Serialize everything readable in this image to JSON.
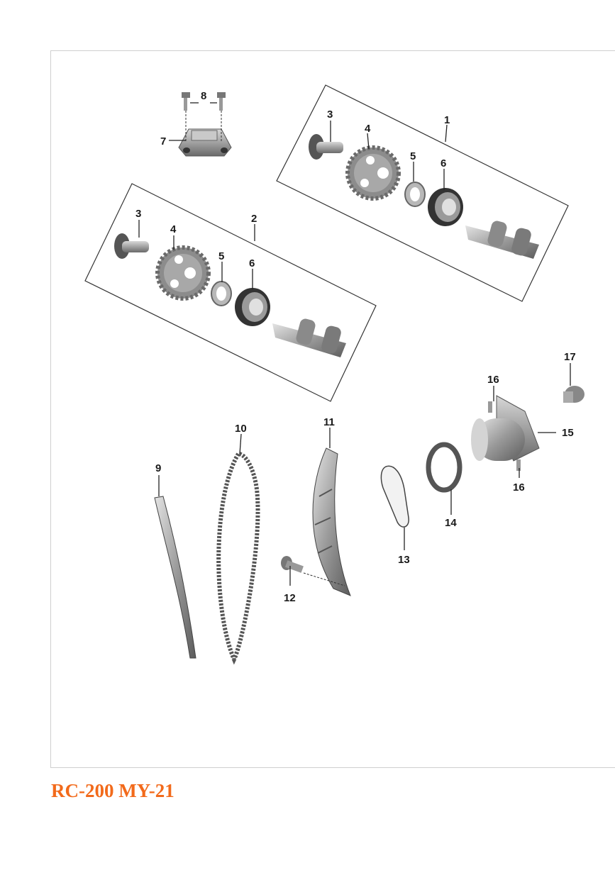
{
  "callouts": {
    "c1": "1",
    "c2": "2",
    "c3a": "3",
    "c3b": "3",
    "c4a": "4",
    "c4b": "4",
    "c5a": "5",
    "c5b": "5",
    "c6a": "6",
    "c6b": "6",
    "c7": "7",
    "c8": "8",
    "c9": "9",
    "c10": "10",
    "c11": "11",
    "c12": "12",
    "c13": "13",
    "c14": "14",
    "c15": "15",
    "c16a": "16",
    "c16b": "16",
    "c17": "17"
  },
  "caption": {
    "text": "RC-200 MY-21",
    "color": "#f26a1b"
  },
  "colors": {
    "part_dark": "#4a4a4a",
    "part_mid": "#8c8c8c",
    "part_light": "#c8c8c8"
  },
  "icons": [
    "camshaft",
    "sprocket",
    "bearing",
    "washer",
    "chain",
    "tensioner-rail",
    "guide-rail",
    "chain-tensioner",
    "gasket",
    "o-ring",
    "bolt",
    "bracket"
  ]
}
